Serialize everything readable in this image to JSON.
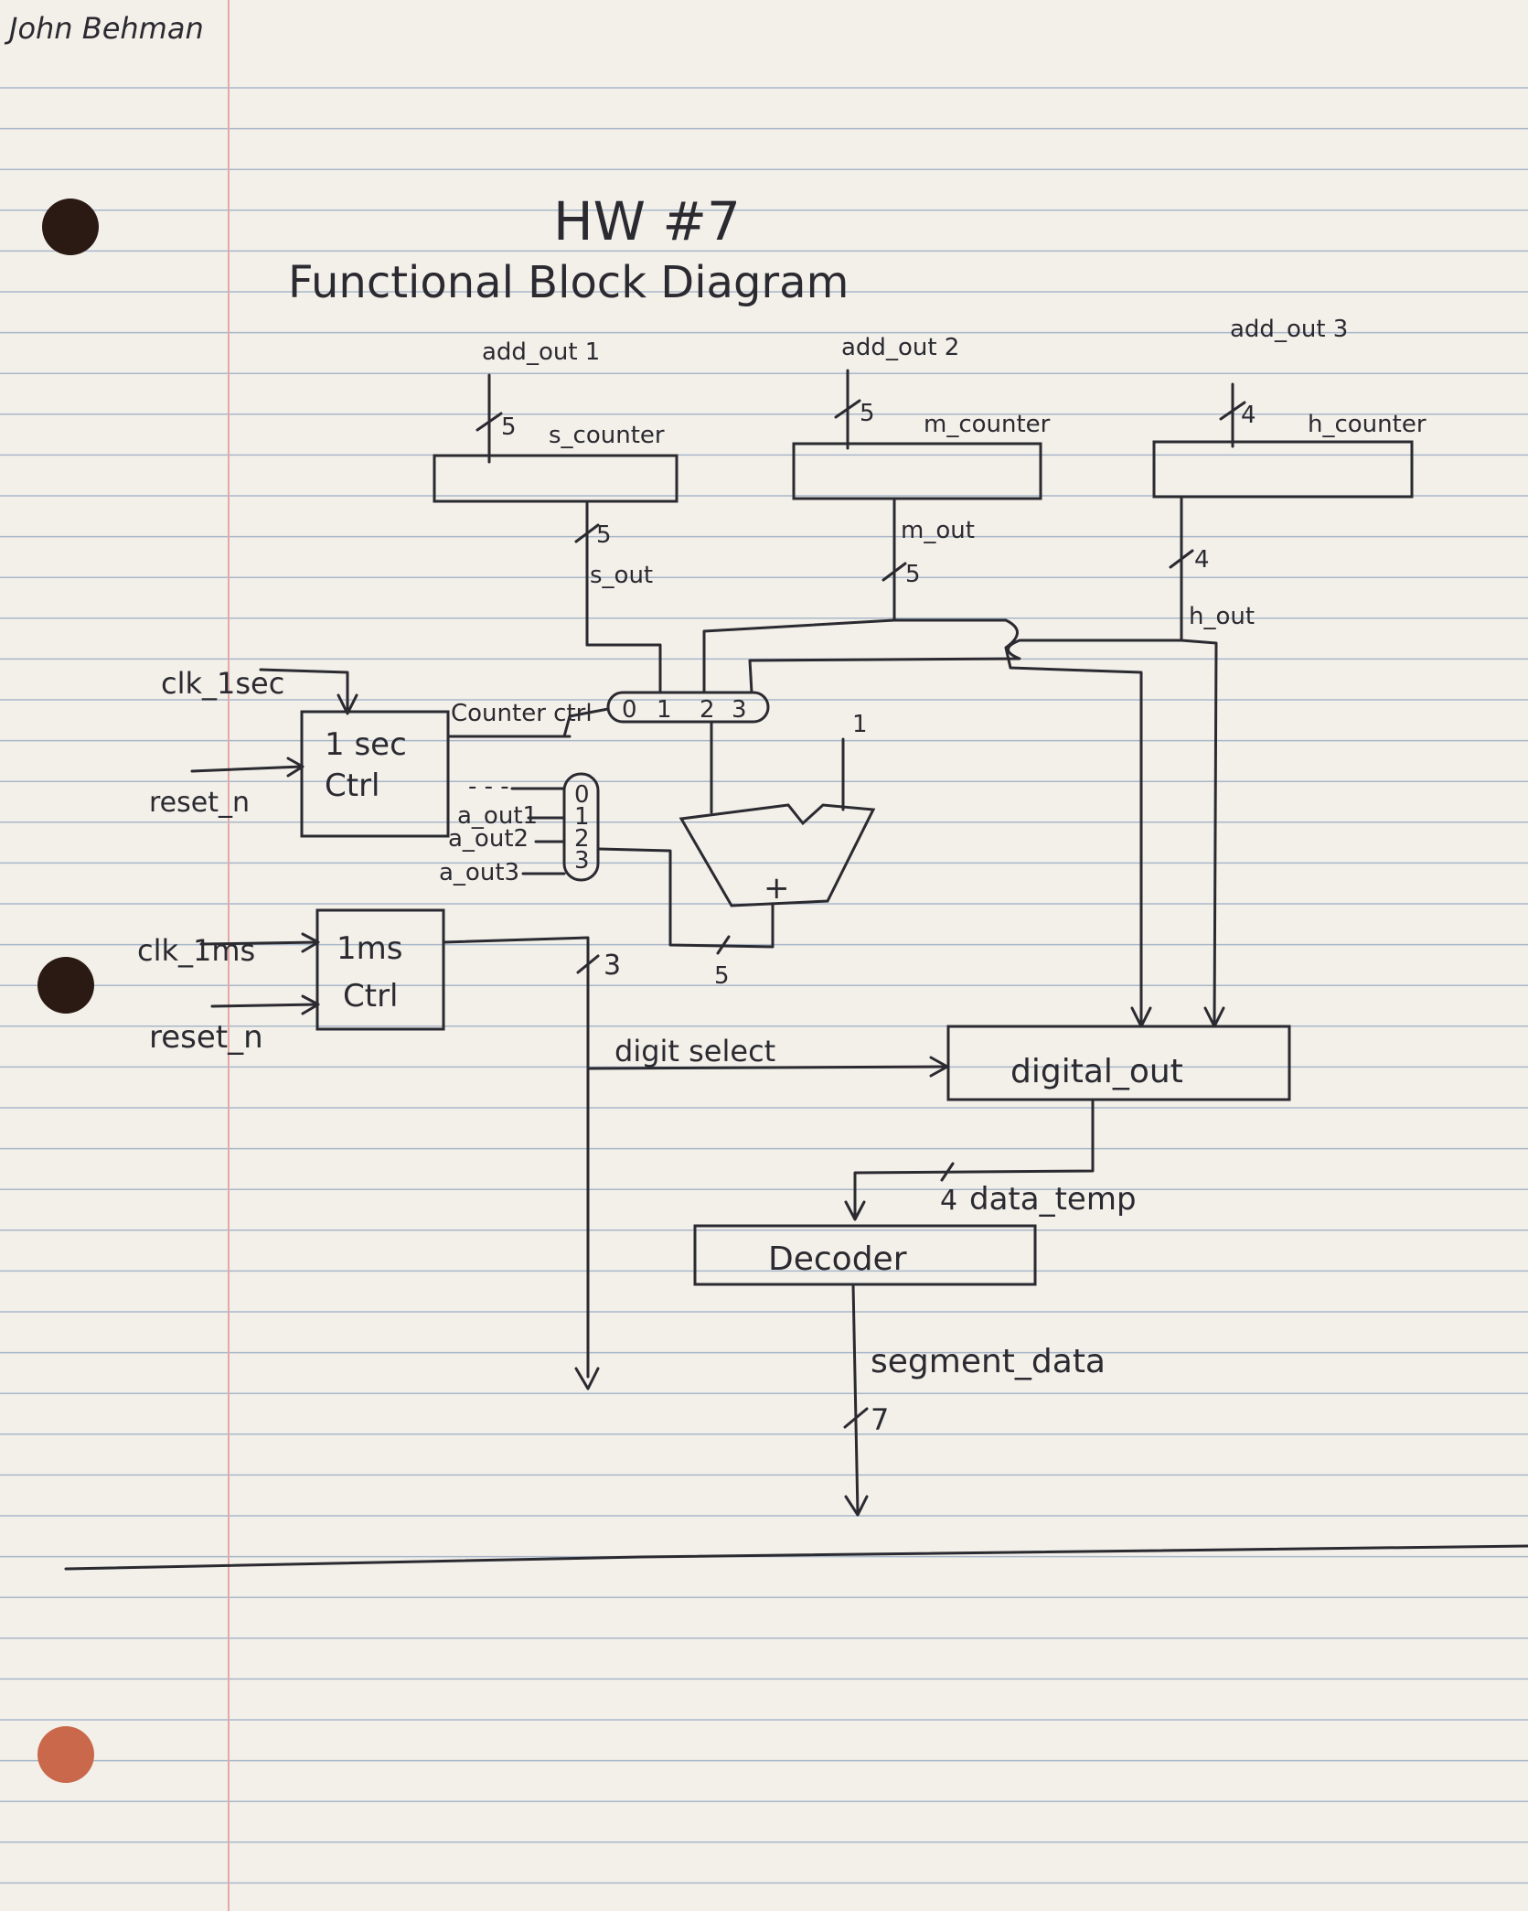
{
  "author": "John Behman",
  "title": "HW #7",
  "subtitle": "Functional Block Diagram",
  "colors": {
    "paper": "#f3f0ea",
    "rule_line": "#a9b7c9",
    "margin_line": "#e2a9a7",
    "ink": "#2a2a30",
    "hole": "#2b1a14",
    "hole_bottom": "#c9684a"
  },
  "counters": [
    {
      "input": "add_out 1",
      "input_width": "5",
      "name": "s_counter",
      "output": "s_out",
      "output_width": "5"
    },
    {
      "input": "add_out 2",
      "input_width": "5",
      "name": "m_counter",
      "output": "m_out",
      "output_width": "5"
    },
    {
      "input": "add_out 3",
      "input_width": "4",
      "name": "h_counter",
      "output": "h_out",
      "output_width": "4"
    }
  ],
  "mux_top": {
    "inputs": [
      "0",
      "1",
      "2",
      "3"
    ]
  },
  "mux_left": {
    "inputs": [
      "0",
      "1",
      "2",
      "3"
    ],
    "labels": [
      "a_out1",
      "a_out2",
      "a_out3"
    ],
    "dashed_label": "- - -"
  },
  "adder": {
    "symbol": "+",
    "constant": "1",
    "output_width": "5"
  },
  "ctrl_1sec": {
    "line1": "1 sec",
    "line2": "Ctrl",
    "clock": "clk_1sec",
    "reset": "reset_n",
    "signal": "Counter ctrl"
  },
  "ctrl_1ms": {
    "line1": "1ms",
    "line2": "Ctrl",
    "clock": "clk_1ms",
    "reset": "reset_n",
    "width": "3"
  },
  "digit_select_label": "digit select",
  "digital_out": {
    "name": "digital_out"
  },
  "data_temp": {
    "label": "data_temp",
    "width": "4"
  },
  "decoder": {
    "name": "Decoder"
  },
  "segment_data": {
    "label": "segment_data",
    "width": "7"
  }
}
